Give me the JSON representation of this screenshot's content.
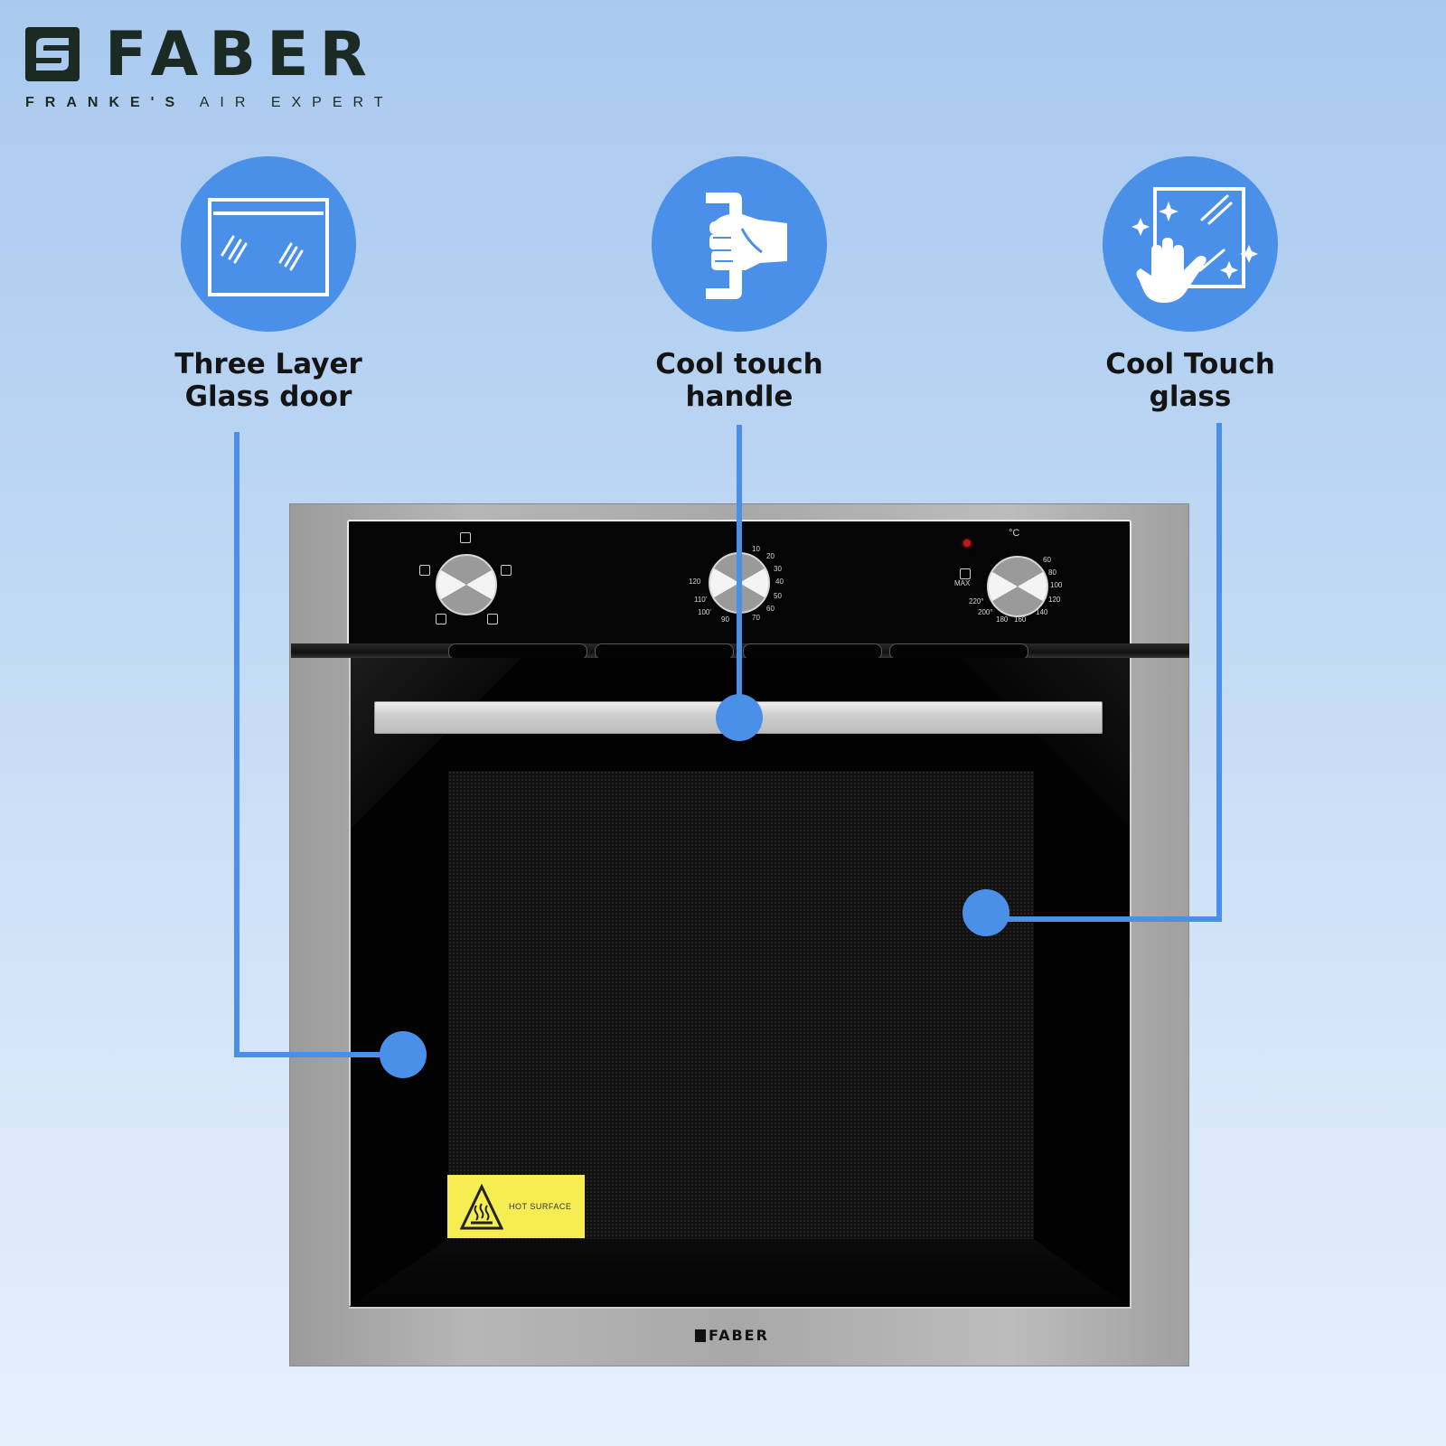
{
  "brand": {
    "name": "FABER",
    "tagline_bold": "FRANKE'S",
    "tagline_rest": "AIR EXPERT",
    "logo_icon": "faber-logo-icon",
    "text_color": "#1c2a24"
  },
  "accent_color": "#4a90e8",
  "features": [
    {
      "icon": "glass-door-icon",
      "line1": "Three Layer",
      "line2": "Glass door"
    },
    {
      "icon": "hand-grip-handle-icon",
      "line1": "Cool touch",
      "line2": "handle"
    },
    {
      "icon": "hand-wipe-glass-icon",
      "line1": "Cool Touch",
      "line2": "glass"
    }
  ],
  "oven": {
    "function_knob": {
      "symbols": [
        "top-symbol",
        "left-symbol",
        "right-symbol",
        "bottom-left-symbol",
        "bottom-right-symbol"
      ]
    },
    "timer_knob": {
      "labels": [
        "10",
        "20",
        "30",
        "40",
        "50",
        "60",
        "70",
        "90",
        "100'",
        "110'",
        "120"
      ]
    },
    "temp_knob": {
      "unit": "°C",
      "max_label": "MAX",
      "labels": [
        "60",
        "80",
        "100",
        "120",
        "140",
        "160",
        "180",
        "200°",
        "220°"
      ]
    },
    "warning_label": "HOT SURFACE",
    "bottom_brand": "FABER"
  }
}
